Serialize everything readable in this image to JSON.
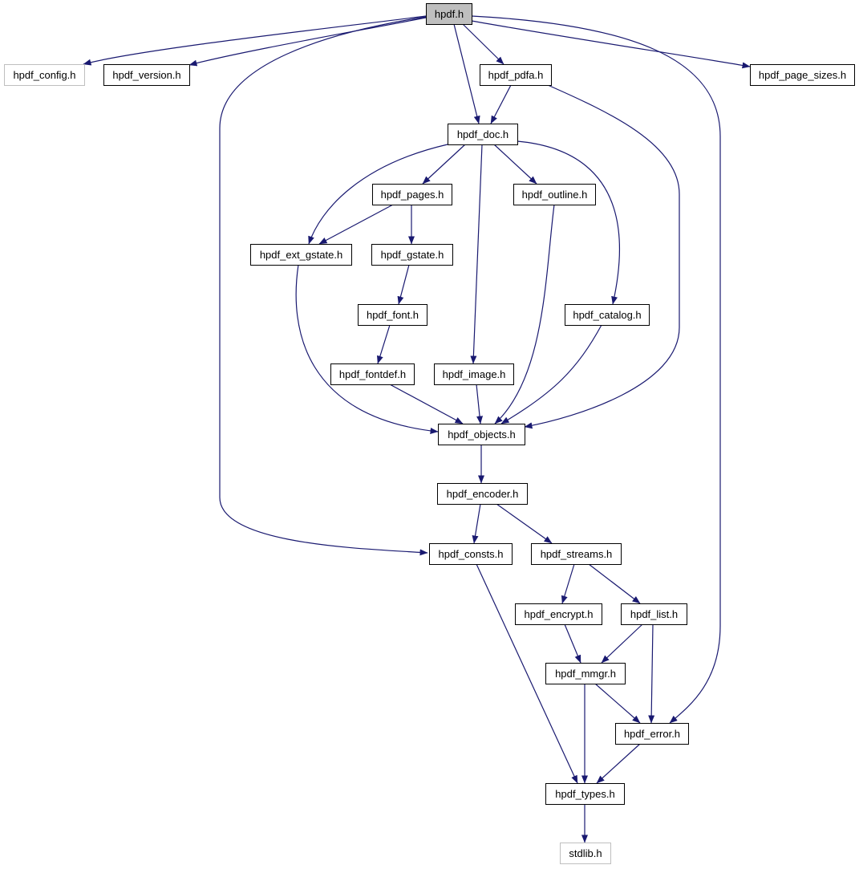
{
  "colors": {
    "background": "#ffffff",
    "edge": "#191970",
    "node_border": "#000000",
    "node_border_external": "#bfbfbf",
    "node_fill": "#ffffff",
    "root_fill": "#bfbfbf",
    "text": "#000000"
  },
  "nodes": [
    {
      "id": "hpdf",
      "label": "hpdf.h",
      "kind": "root"
    },
    {
      "id": "config",
      "label": "hpdf_config.h",
      "kind": "external"
    },
    {
      "id": "version",
      "label": "hpdf_version.h",
      "kind": "normal"
    },
    {
      "id": "pdfa",
      "label": "hpdf_pdfa.h",
      "kind": "normal"
    },
    {
      "id": "page_sizes",
      "label": "hpdf_page_sizes.h",
      "kind": "normal"
    },
    {
      "id": "doc",
      "label": "hpdf_doc.h",
      "kind": "normal"
    },
    {
      "id": "pages",
      "label": "hpdf_pages.h",
      "kind": "normal"
    },
    {
      "id": "outline",
      "label": "hpdf_outline.h",
      "kind": "normal"
    },
    {
      "id": "ext_gstate",
      "label": "hpdf_ext_gstate.h",
      "kind": "normal"
    },
    {
      "id": "gstate",
      "label": "hpdf_gstate.h",
      "kind": "normal"
    },
    {
      "id": "font",
      "label": "hpdf_font.h",
      "kind": "normal"
    },
    {
      "id": "catalog",
      "label": "hpdf_catalog.h",
      "kind": "normal"
    },
    {
      "id": "fontdef",
      "label": "hpdf_fontdef.h",
      "kind": "normal"
    },
    {
      "id": "image",
      "label": "hpdf_image.h",
      "kind": "normal"
    },
    {
      "id": "objects",
      "label": "hpdf_objects.h",
      "kind": "normal"
    },
    {
      "id": "encoder",
      "label": "hpdf_encoder.h",
      "kind": "normal"
    },
    {
      "id": "consts",
      "label": "hpdf_consts.h",
      "kind": "normal"
    },
    {
      "id": "streams",
      "label": "hpdf_streams.h",
      "kind": "normal"
    },
    {
      "id": "encrypt",
      "label": "hpdf_encrypt.h",
      "kind": "normal"
    },
    {
      "id": "list",
      "label": "hpdf_list.h",
      "kind": "normal"
    },
    {
      "id": "mmgr",
      "label": "hpdf_mmgr.h",
      "kind": "normal"
    },
    {
      "id": "error",
      "label": "hpdf_error.h",
      "kind": "normal"
    },
    {
      "id": "types",
      "label": "hpdf_types.h",
      "kind": "normal"
    },
    {
      "id": "stdlib",
      "label": "stdlib.h",
      "kind": "external"
    }
  ],
  "edges": [
    {
      "from": "hpdf",
      "to": "config"
    },
    {
      "from": "hpdf",
      "to": "version"
    },
    {
      "from": "hpdf",
      "to": "consts"
    },
    {
      "from": "hpdf",
      "to": "doc"
    },
    {
      "from": "hpdf",
      "to": "pdfa"
    },
    {
      "from": "hpdf",
      "to": "error"
    },
    {
      "from": "hpdf",
      "to": "page_sizes"
    },
    {
      "from": "pdfa",
      "to": "doc"
    },
    {
      "from": "pdfa",
      "to": "objects"
    },
    {
      "from": "doc",
      "to": "ext_gstate"
    },
    {
      "from": "doc",
      "to": "pages"
    },
    {
      "from": "doc",
      "to": "image"
    },
    {
      "from": "doc",
      "to": "outline"
    },
    {
      "from": "doc",
      "to": "catalog"
    },
    {
      "from": "pages",
      "to": "ext_gstate"
    },
    {
      "from": "pages",
      "to": "gstate"
    },
    {
      "from": "gstate",
      "to": "font"
    },
    {
      "from": "font",
      "to": "fontdef"
    },
    {
      "from": "ext_gstate",
      "to": "objects"
    },
    {
      "from": "fontdef",
      "to": "objects"
    },
    {
      "from": "image",
      "to": "objects"
    },
    {
      "from": "outline",
      "to": "objects"
    },
    {
      "from": "catalog",
      "to": "objects"
    },
    {
      "from": "objects",
      "to": "encoder"
    },
    {
      "from": "encoder",
      "to": "consts"
    },
    {
      "from": "encoder",
      "to": "streams"
    },
    {
      "from": "streams",
      "to": "encrypt"
    },
    {
      "from": "streams",
      "to": "list"
    },
    {
      "from": "encrypt",
      "to": "mmgr"
    },
    {
      "from": "list",
      "to": "mmgr"
    },
    {
      "from": "list",
      "to": "error"
    },
    {
      "from": "mmgr",
      "to": "error"
    },
    {
      "from": "mmgr",
      "to": "types"
    },
    {
      "from": "error",
      "to": "types"
    },
    {
      "from": "consts",
      "to": "types"
    },
    {
      "from": "types",
      "to": "stdlib"
    }
  ]
}
